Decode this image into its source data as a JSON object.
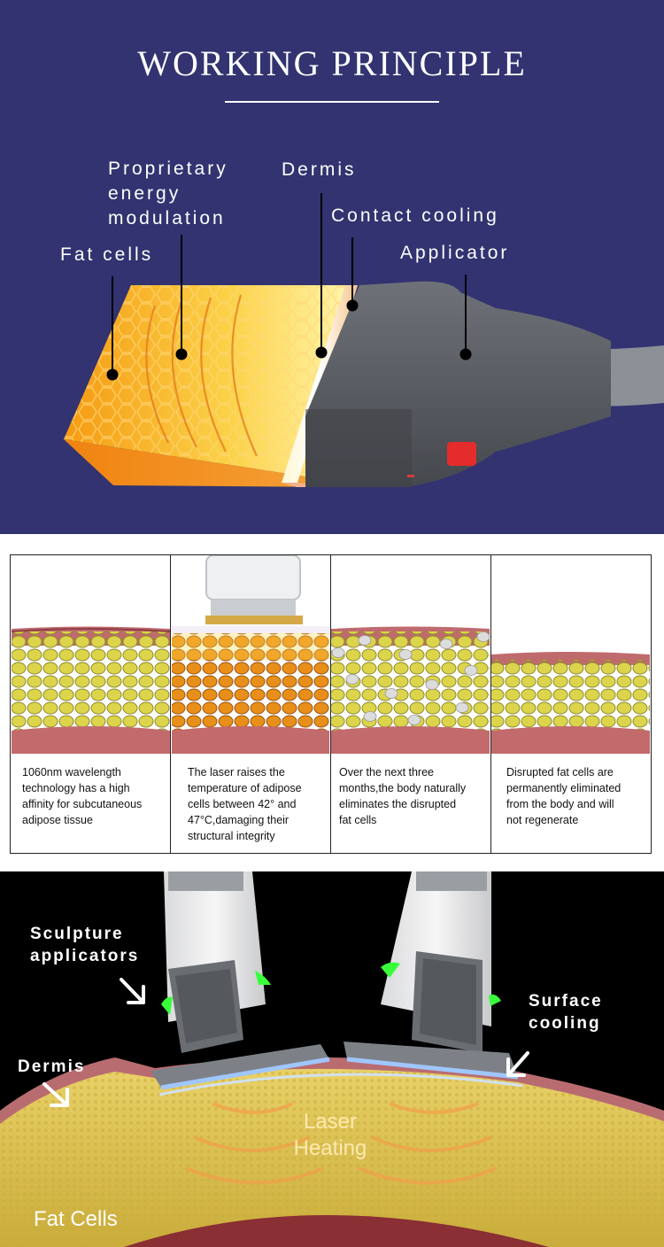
{
  "working_principle": {
    "title": "WORKING PRINCIPLE",
    "labels": {
      "proprietary": "Proprietary\nenergy\nmodulation",
      "dermis": "Dermis",
      "contact_cooling": "Contact cooling",
      "fat_cells": "Fat cells",
      "applicator": "Applicator"
    }
  },
  "stages": [
    {
      "text": "1060nm wavelength\ntechnology has a high\naffinity for subcutaneous\nadipose tissue"
    },
    {
      "text": "The laser raises the\ntemperature of adipose\ncells between 42° and\n47°C,damaging their\nstructural integrity"
    },
    {
      "text": "Over the next three\nmonths,the body naturally\neliminates the disrupted\n fat cells"
    },
    {
      "text": "Disrupted fat cells are\npermanently eliminated\nfrom the body and will\nnot regenerate"
    }
  ],
  "illustration": {
    "sculpture_applicators": "Sculpture\napplicators",
    "surface_cooling": "Surface\ncooling",
    "dermis": "Dermis",
    "laser_heating": "Laser\nHeating",
    "fat_cells": "Fat Cells"
  },
  "colors": {
    "navy_bg": "#323370",
    "fat_orange": "#f7a51e",
    "fat_yellow": "#d9d04a",
    "dermis_pink": "#c2606a",
    "applicator_grey": "#5b5f65",
    "indicator_green": "#39ff3a",
    "cooling_blue": "#7fb4ff"
  }
}
